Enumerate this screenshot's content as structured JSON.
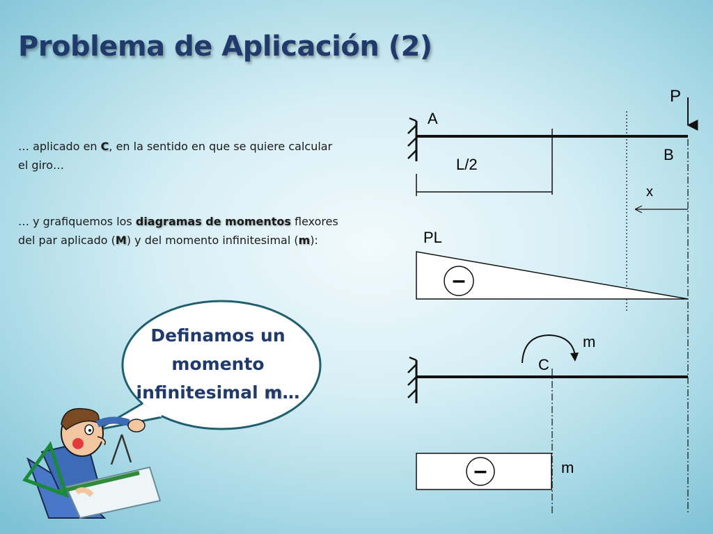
{
  "slide": {
    "title": "Problema de Aplicación (2)",
    "para1": {
      "t1": "… aplicado en ",
      "b1": "C",
      "t2": ", en la sentido en que se quiere calcular el giro…"
    },
    "para2": {
      "t1": "… y grafiquemos los ",
      "b1": "diagramas de momentos",
      "t2": " flexores del par aplicado (",
      "b2": "M",
      "t3": ") y del momento infinitesimal (",
      "b3": "m",
      "t4": "):"
    },
    "bubble": {
      "t1": "Definamos un momento infinitesimal ",
      "b1": "m",
      "t2": "…"
    }
  },
  "diagram": {
    "label_P": "P",
    "label_A": "A",
    "label_B": "B",
    "label_L2": "L/2",
    "label_x": "x",
    "label_PL": "PL",
    "label_minus": "–",
    "label_m": "m",
    "label_C": "C"
  }
}
